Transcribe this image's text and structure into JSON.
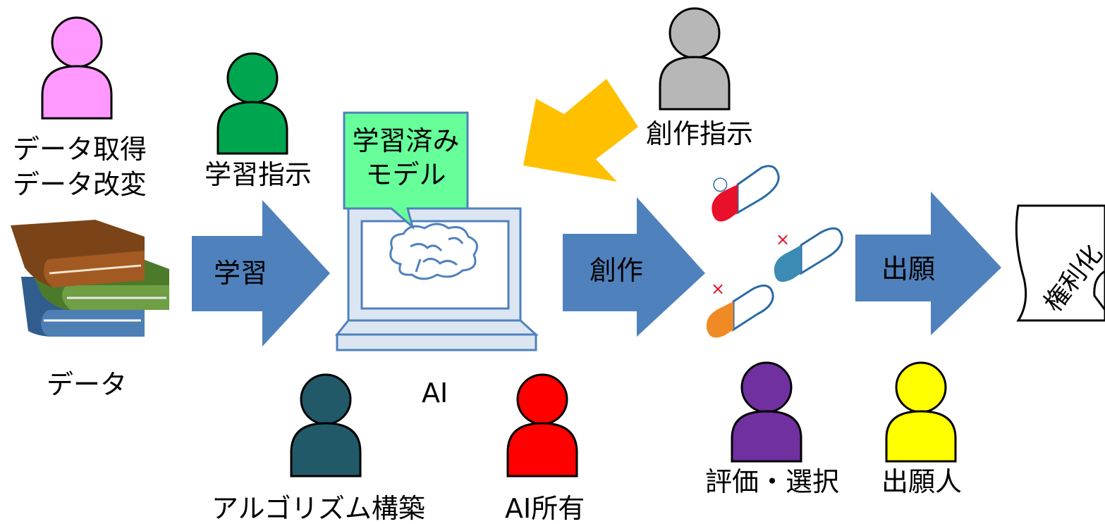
{
  "labels": {
    "data_ops_line1": "データ取得",
    "data_ops_line2": "データ改変",
    "data": "データ",
    "learn_instruct": "学習指示",
    "trained_model_line1": "学習済み",
    "trained_model_line2": "モデル",
    "ai": "AI",
    "algorithm": "アルゴリズム構築",
    "ai_owner": "AI所有",
    "create_instruct": "創作指示",
    "evaluate": "評価・選択",
    "applicant": "出願人",
    "rights": "権利化"
  },
  "arrows": {
    "learn": "学習",
    "create": "創作",
    "apply": "出願"
  },
  "marks": {
    "circle": "○",
    "cross1": "×",
    "cross2": "×"
  },
  "colors": {
    "person_pink": "#ff99ff",
    "person_green": "#00a550",
    "person_gray": "#b7b7b7",
    "person_teal": "#215968",
    "person_red": "#ff0000",
    "person_purple": "#7030a0",
    "person_yellow": "#ffff00",
    "block_arrow": "#4f81bd",
    "instruct_arrow": "#ffc000",
    "bubble": "#66ff99"
  }
}
